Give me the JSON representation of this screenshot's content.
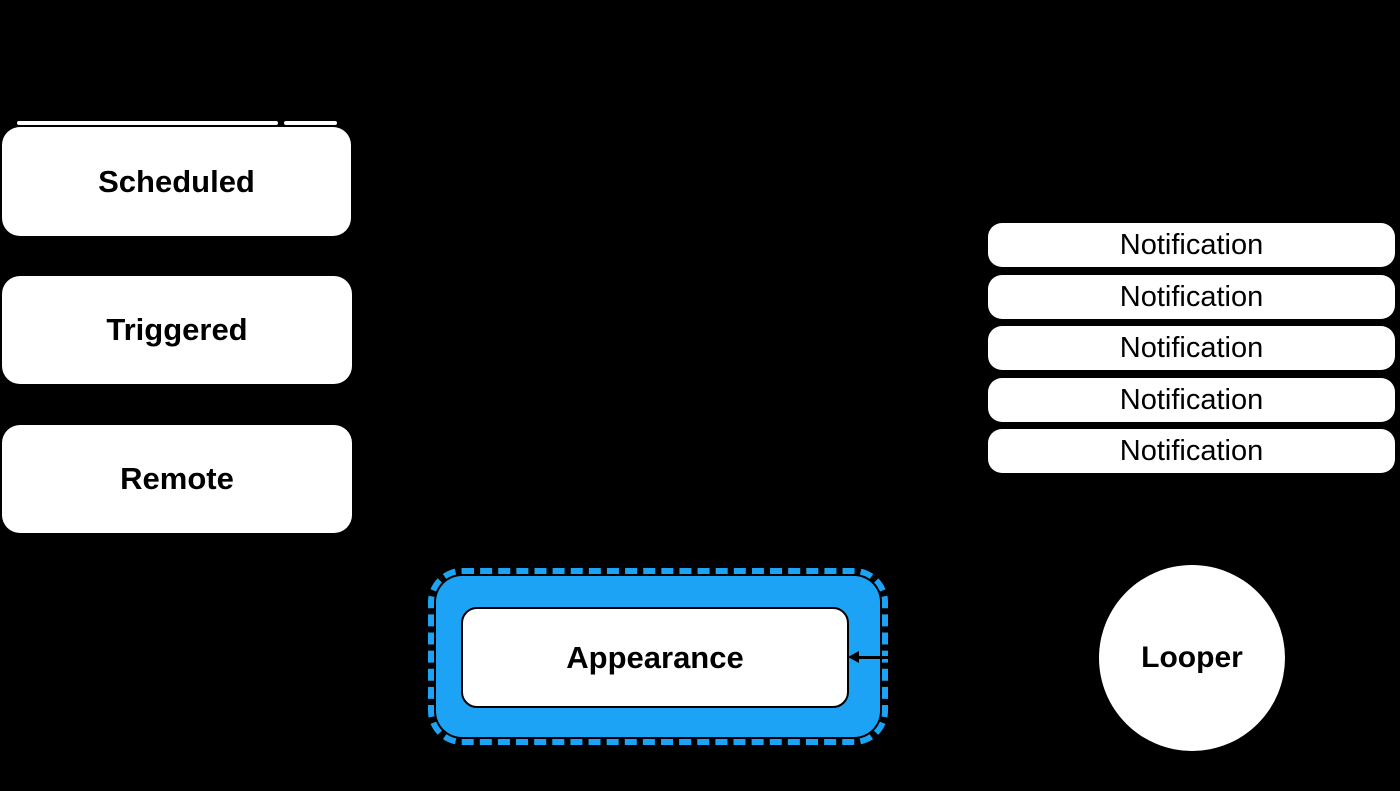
{
  "diagram": {
    "background_color": "#000000",
    "node_fill_color": "#ffffff",
    "text_color": "#000000",
    "selection_color": "#1CA3F5",
    "triggers": [
      {
        "label": "Scheduled"
      },
      {
        "label": "Triggered"
      },
      {
        "label": "Remote"
      }
    ],
    "notifications": [
      {
        "label": "Notification"
      },
      {
        "label": "Notification"
      },
      {
        "label": "Notification"
      },
      {
        "label": "Notification"
      },
      {
        "label": "Notification"
      }
    ],
    "appearance": {
      "label": "Appearance"
    },
    "looper": {
      "label": "Looper"
    }
  }
}
